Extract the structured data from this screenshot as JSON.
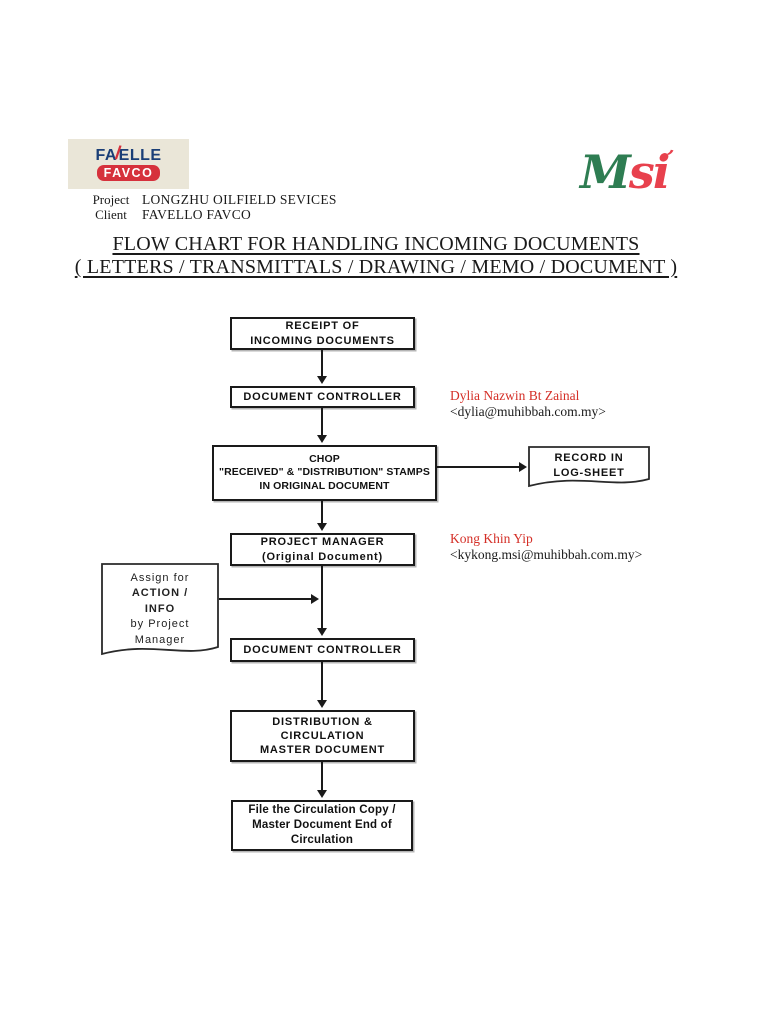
{
  "branding": {
    "favelle_logo": {
      "line1_prefix": "FA",
      "line1_suffix": "ELLE",
      "slash_glyph": "/",
      "line2": "FAVCO",
      "blue": "#1b3f77",
      "red": "#d6313c",
      "background": "#eae6d8"
    },
    "msi_logo": {
      "m": "M",
      "si": "si",
      "accent": "’",
      "green": "#2e7d52",
      "red": "#e8414d"
    }
  },
  "header": {
    "rows": [
      {
        "label": "Project",
        "value": "LONGZHU OILFIELD SEVICES"
      },
      {
        "label": "Client",
        "value": "FAVELLO FAVCO"
      }
    ]
  },
  "title": {
    "line1": "FLOW CHART FOR HANDLING INCOMING DOCUMENTS",
    "line2": "( LETTERS / TRANSMITTALS / DRAWING / MEMO / DOCUMENT )"
  },
  "flowchart": {
    "receipt": {
      "line1": "RECEIPT OF",
      "line2": "INCOMING DOCUMENTS"
    },
    "doc_controller_1": {
      "line1": "DOCUMENT CONTROLLER"
    },
    "chop": {
      "line1": "CHOP",
      "line2": "\"RECEIVED\" & \"DISTRIBUTION\" STAMPS",
      "line3": "IN ORIGINAL DOCUMENT"
    },
    "record_log": {
      "line1": "RECORD IN",
      "line2": "LOG-SHEET"
    },
    "project_manager": {
      "line1": "PROJECT MANAGER",
      "line2": "(Original Document)"
    },
    "assign": {
      "line1": "Assign for",
      "line2": "ACTION /",
      "line3": "INFO",
      "line4": "by Project",
      "line5": "Manager"
    },
    "doc_controller_2": {
      "line1": "DOCUMENT CONTROLLER"
    },
    "distribution": {
      "line1": "DISTRIBUTION &",
      "line2": "CIRCULATION",
      "line3": "MASTER DOCUMENT"
    },
    "file_circulation": {
      "line1": "File the Circulation Copy /",
      "line2": "Master Document End of",
      "line3": "Circulation"
    }
  },
  "annotations": {
    "doc_controller_contact": {
      "name": "Dylia Nazwin Bt Zainal",
      "email": "<dylia@muhibbah.com.my>",
      "name_color": "#d42f27"
    },
    "project_manager_contact": {
      "name": "Kong Khin Yip",
      "email": "<kykong.msi@muhibbah.com.my>",
      "name_color": "#d42f27"
    }
  }
}
